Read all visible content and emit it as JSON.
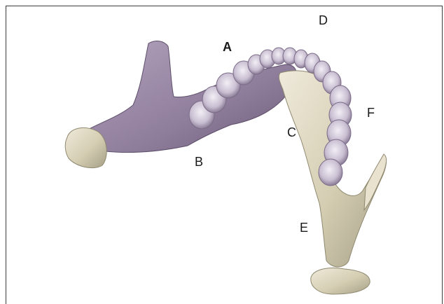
{
  "labels": {
    "a": "A",
    "b": "B",
    "c": "C",
    "d": "D",
    "e": "E",
    "f": "F"
  },
  "colors": {
    "purple_surface": "#9c8aa6",
    "purple_shadow": "#6f5d7b",
    "bone": "#ddd7bf",
    "bone_shadow": "#a9a38a",
    "tooth": "#d7d0df",
    "tooth_shadow": "#8c7f98"
  }
}
